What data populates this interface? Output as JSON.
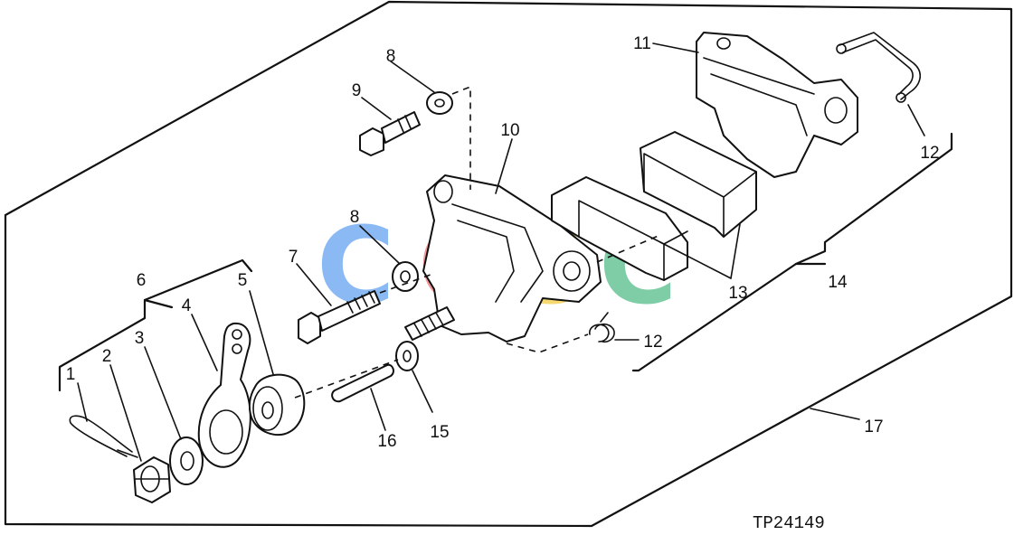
{
  "callouts": [
    {
      "id": "c1",
      "text": "1"
    },
    {
      "id": "c2",
      "text": "2"
    },
    {
      "id": "c3",
      "text": "3"
    },
    {
      "id": "c4",
      "text": "4"
    },
    {
      "id": "c5",
      "text": "5"
    },
    {
      "id": "c6",
      "text": "6"
    },
    {
      "id": "c7",
      "text": "7"
    },
    {
      "id": "c8a",
      "text": "8"
    },
    {
      "id": "c8b",
      "text": "8"
    },
    {
      "id": "c9",
      "text": "9"
    },
    {
      "id": "c10",
      "text": "10"
    },
    {
      "id": "c11",
      "text": "11"
    },
    {
      "id": "c12a",
      "text": "12"
    },
    {
      "id": "c12b",
      "text": "12"
    },
    {
      "id": "c13",
      "text": "13"
    },
    {
      "id": "c14",
      "text": "14"
    },
    {
      "id": "c15",
      "text": "15"
    },
    {
      "id": "c16",
      "text": "16"
    },
    {
      "id": "c17",
      "text": "17"
    }
  ],
  "figure_id": "TP24149",
  "watermark": {
    "text": "CGSC",
    "letters": [
      {
        "char": "C",
        "color": "#6aa6f0"
      },
      {
        "char": "G",
        "color": "#ef7a7a"
      },
      {
        "char": "S",
        "color": "#f4cf4a"
      },
      {
        "char": "C",
        "color": "#5cc08f"
      }
    ]
  }
}
